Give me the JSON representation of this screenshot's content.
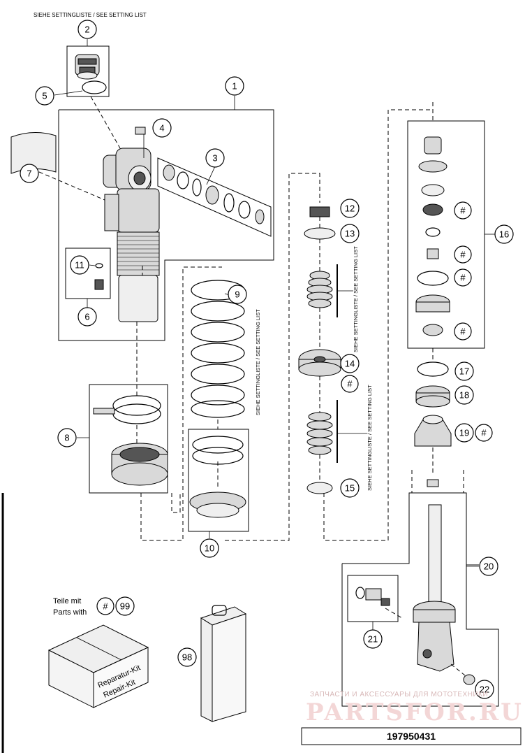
{
  "header": {
    "setting_note": "SIEHE SETTINGLISTE / SEE SETTING LIST"
  },
  "rotated_notes": {
    "note_9": "SIEHE SETTINGLISTE / SEE SETTING LIST",
    "note_13": "SIEHE SETTINGLISTE / SEE SETTING LIST",
    "note_15": "SIEHE SETTINGLISTE / SEE SETTING LIST"
  },
  "callouts": {
    "c1": "1",
    "c2": "2",
    "c3": "3",
    "c4": "4",
    "c5": "5",
    "c6": "6",
    "c7": "7",
    "c8": "8",
    "c9": "9",
    "c10": "10",
    "c11": "11",
    "c12": "12",
    "c13": "13",
    "c14": "14",
    "c15": "15",
    "c16": "16",
    "c17": "17",
    "c18": "18",
    "c19": "19",
    "c20": "20",
    "c21": "21",
    "c22": "22",
    "c98": "98",
    "c99": "99"
  },
  "hash_symbol": "#",
  "kit_legend": {
    "line1": "Teile mit",
    "line2": "Parts with"
  },
  "repair_kit_label": {
    "line1": "Reparatur-Kit",
    "line2": "Repair-Kit"
  },
  "watermark": {
    "caption": "ЗАПЧАСТИ И АКСЕССУАРЫ ДЛЯ МОТОТЕХНИКИ",
    "brand": "PARTSFOR.RU"
  },
  "document_number": "197950431"
}
